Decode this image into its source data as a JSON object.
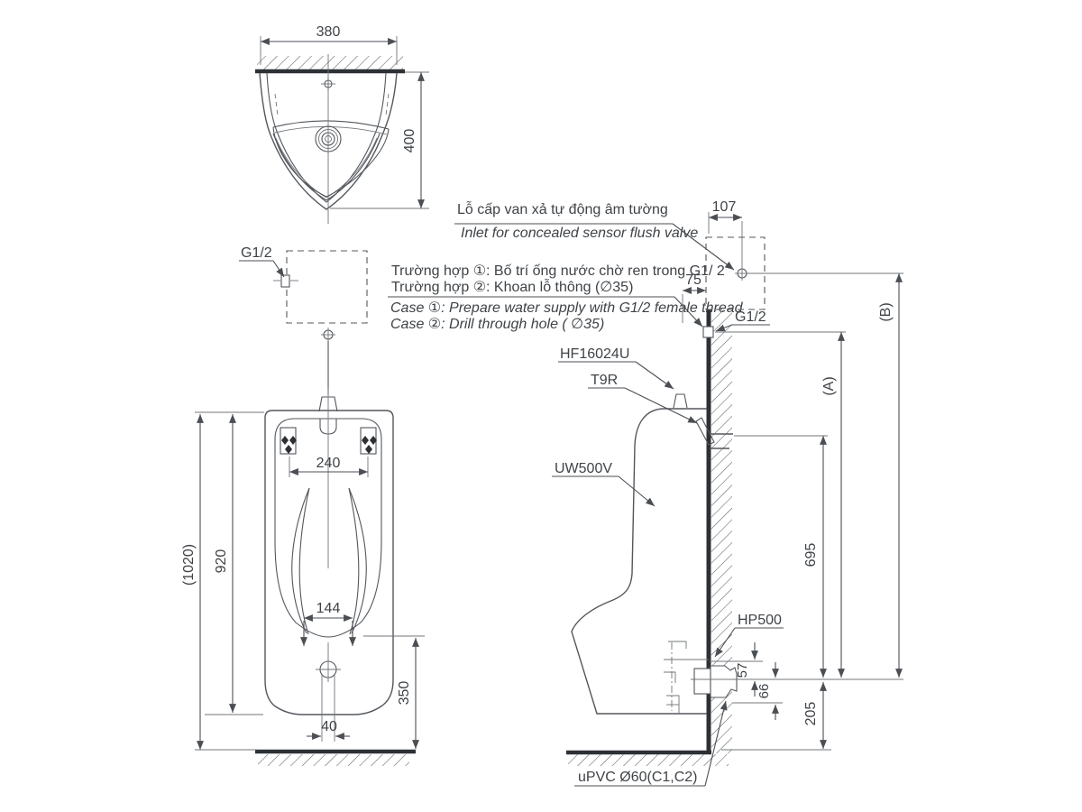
{
  "drawing": {
    "colors": {
      "background": "#ffffff",
      "line": "#53575c",
      "thick_line": "#2d3135",
      "text": "#3f4347"
    },
    "top_view": {
      "width": "380",
      "depth": "400"
    },
    "inlet_detail": {
      "thread": "G1/2"
    },
    "front_view": {
      "bracket_span": "240",
      "body_height": "920",
      "total_height": "(1020)",
      "drain_span": "144",
      "outlet_height": "350",
      "bolt_span": "40"
    },
    "side_view": {
      "valve_inset": "107",
      "supply_stub": "75",
      "inlet_thread": "G1/2",
      "dim_b": "(B)",
      "dim_a": "(A)",
      "inlet_height": "695",
      "spud_offset": "57",
      "outlet_offset": "66",
      "outlet_center_height": "205",
      "part_flush_valve": "HF16024U",
      "part_spud": "T9R",
      "part_urinal": "UW500V",
      "part_outlet_socket": "HP500",
      "part_drain_pipe": "uPVC Ø60(C1,C2)"
    },
    "notes": {
      "inlet_vi": "Lỗ cấp van xả tự động âm tường",
      "inlet_en": "Inlet for concealed sensor flush valve",
      "case1_vi": "Trường hợp ①: Bố trí ống nước chờ ren trong G1/ 2",
      "case2_vi": "Trường hợp ②: Khoan lỗ thông (∅35)",
      "case1_en": "Case ①: Prepare water supply with G1/2 female thread",
      "case2_en": "Case ②: Drill through hole ( ∅35)"
    }
  }
}
